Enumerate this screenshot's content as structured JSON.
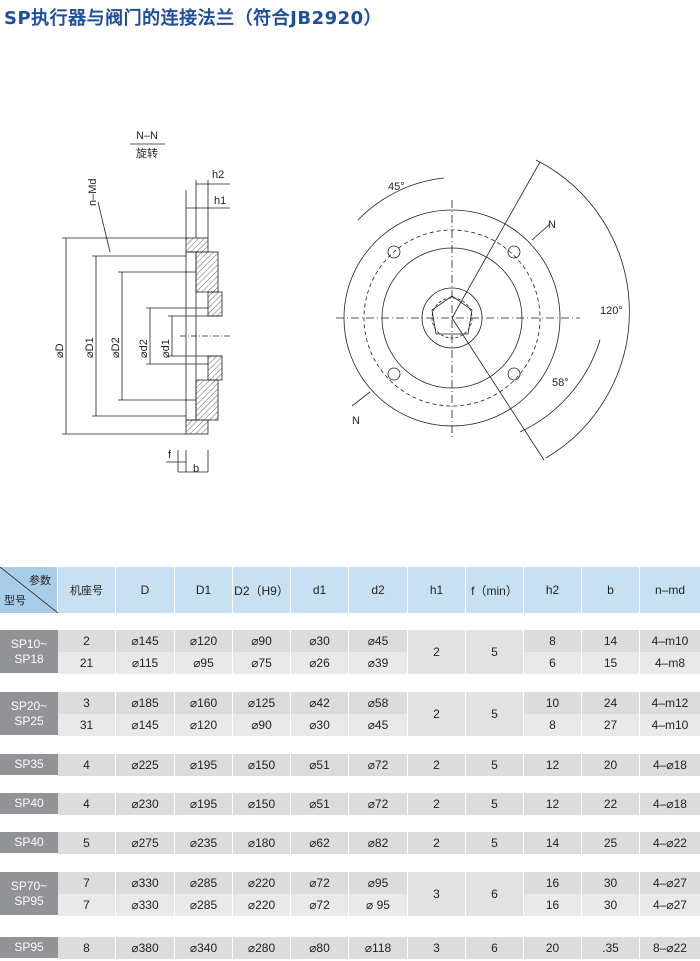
{
  "title": "SP执行器与阀门的连接法兰（符合JB2920）",
  "drawing": {
    "section_label": "N–N",
    "rotation_label": "旋转",
    "labels": {
      "h2": "h2",
      "h1": "h1",
      "n_md": "n–Md",
      "D": "⌀D",
      "D1": "⌀D1",
      "D2": "⌀D2",
      "d2": "⌀d2",
      "d1": "⌀d1",
      "f": "f",
      "b": "b",
      "angle45": "45°",
      "angle120": "120°",
      "angle58": "58°",
      "n_top": "N",
      "n_bottom": "N"
    }
  },
  "table": {
    "corner_top": "参数",
    "corner_bottom": "型号",
    "headers": [
      "机座号",
      "D",
      "D1",
      "D2（H9）",
      "d1",
      "d2",
      "h1",
      "f（min）",
      "h2",
      "b",
      "n–md"
    ],
    "groups": [
      {
        "model": "SP10~\nSP18",
        "h1": "2",
        "f": "5",
        "rows": [
          {
            "seat": "2",
            "D": "⌀145",
            "D1": "⌀120",
            "D2": "⌀90",
            "d1": "⌀30",
            "d2": "⌀45",
            "h2": "8",
            "b": "14",
            "nmd": "4–m10"
          },
          {
            "seat": "21",
            "D": "⌀115",
            "D1": "⌀95",
            "D2": "⌀75",
            "d1": "⌀26",
            "d2": "⌀39",
            "h2": "6",
            "b": "15",
            "nmd": "4–m8"
          }
        ]
      },
      {
        "model": "SP20~\nSP25",
        "h1": "2",
        "f": "5",
        "rows": [
          {
            "seat": "3",
            "D": "⌀185",
            "D1": "⌀160",
            "D2": "⌀125",
            "d1": "⌀42",
            "d2": "⌀58",
            "h2": "10",
            "b": "24",
            "nmd": "4–m12"
          },
          {
            "seat": "31",
            "D": "⌀145",
            "D1": "⌀120",
            "D2": "⌀90",
            "d1": "⌀30",
            "d2": "⌀45",
            "h2": "8",
            "b": "27",
            "nmd": "4–m10"
          }
        ]
      },
      {
        "model": "SP35",
        "h1": "2",
        "f": "5",
        "rows": [
          {
            "seat": "4",
            "D": "⌀225",
            "D1": "⌀195",
            "D2": "⌀150",
            "d1": "⌀51",
            "d2": "⌀72",
            "h2": "12",
            "b": "20",
            "nmd": "4–⌀18"
          }
        ]
      },
      {
        "model": "SP40",
        "h1": "2",
        "f": "5",
        "rows": [
          {
            "seat": "4",
            "D": "⌀230",
            "D1": "⌀195",
            "D2": "⌀150",
            "d1": "⌀51",
            "d2": "⌀72",
            "h2": "12",
            "b": "22",
            "nmd": "4–⌀18"
          }
        ]
      },
      {
        "model": "SP40",
        "h1": "2",
        "f": "5",
        "rows": [
          {
            "seat": "5",
            "D": "⌀275",
            "D1": "⌀235",
            "D2": "⌀180",
            "d1": "⌀62",
            "d2": "⌀82",
            "h2": "14",
            "b": "25",
            "nmd": "4–⌀22"
          }
        ]
      },
      {
        "model": "SP70~\nSP95",
        "h1": "3",
        "f": "6",
        "rows": [
          {
            "seat": "7",
            "D": "⌀330",
            "D1": "⌀285",
            "D2": "⌀220",
            "d1": "⌀72",
            "d2": "⌀95",
            "h2": "16",
            "b": "30",
            "nmd": "4–⌀27"
          },
          {
            "seat": "7",
            "D": "⌀330",
            "D1": "⌀285",
            "D2": "⌀220",
            "d1": "⌀72",
            "d2": "⌀ 95",
            "h2": "16",
            "b": "30",
            "nmd": "4–⌀27"
          }
        ]
      },
      {
        "model": "SP95",
        "h1": "3",
        "f": "6",
        "rows": [
          {
            "seat": "8",
            "D": "⌀380",
            "D1": "⌀340",
            "D2": "⌀280",
            "d1": "⌀80",
            "d2": "⌀118",
            "h2": "20",
            "b": ".35",
            "nmd": "8–⌀22"
          }
        ]
      }
    ]
  }
}
